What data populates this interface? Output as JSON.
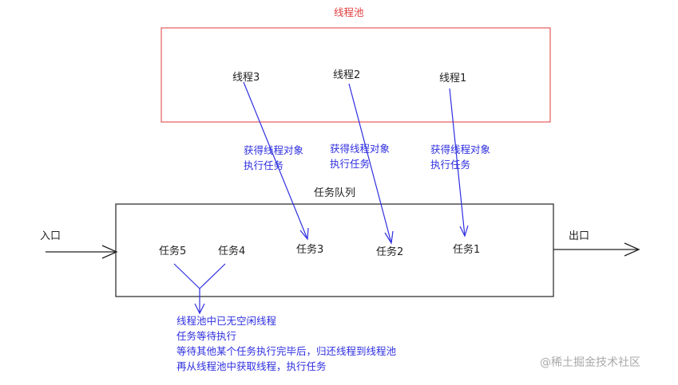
{
  "pool": {
    "title": "线程池",
    "threads": [
      "线程3",
      "线程2",
      "线程1"
    ]
  },
  "acquire_note": {
    "line1": "获得线程对象",
    "line2": "执行任务"
  },
  "queue": {
    "title": "任务队列",
    "entry": "入口",
    "exit": "出口",
    "tasks": [
      "任务5",
      "任务4",
      "任务3",
      "任务2",
      "任务1"
    ]
  },
  "wait_note": {
    "lines": [
      "线程池中已无空闲线程",
      "任务等待执行",
      "等待其他某个任务执行完毕后，归还线程到线程池",
      "再从线程池中获取线程，执行任务"
    ]
  },
  "watermark": "@稀土掘金技术社区",
  "colors": {
    "pool_border": "#e65c5c",
    "arrow_blue": "#2f2fe0",
    "line_black": "#222222"
  }
}
